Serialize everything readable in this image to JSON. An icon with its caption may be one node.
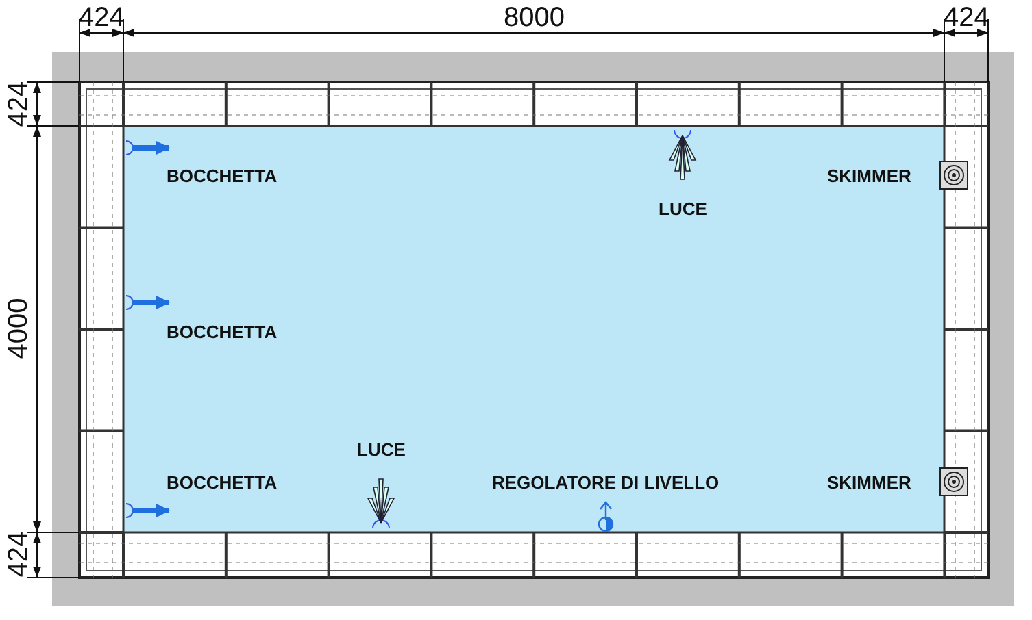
{
  "diagram": {
    "labels": [
      "424",
      "8000",
      "424",
      "424",
      "BOCCHETTA",
      "SKIMMER",
      "LUCE",
      "4000",
      "BOCCHETTA",
      "LUCE",
      "BOCCHETTA",
      "REGOLATORE DI LIVELLO",
      "SKIMMER",
      "424"
    ]
  }
}
